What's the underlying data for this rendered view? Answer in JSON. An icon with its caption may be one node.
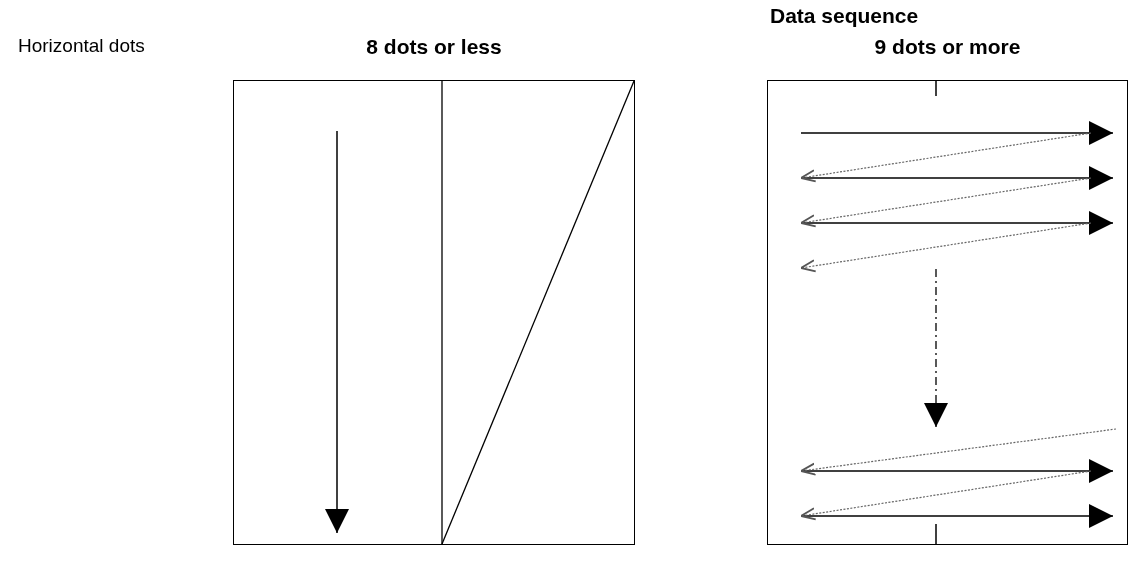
{
  "diagram": {
    "nodes": [
      {
        "text": [
          "8 dots or less"
        ]
      },
      {
        "text": [
          "9 dots or more"
        ]
      }
    ],
    "labels": [
      "Data sequence",
      "Horizontal dots"
    ]
  }
}
